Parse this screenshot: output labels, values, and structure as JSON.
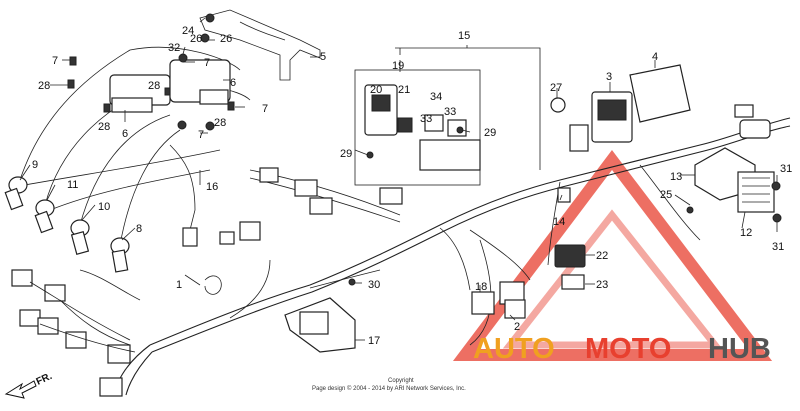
{
  "diagram": {
    "callouts": {
      "c1": "1",
      "c2": "2",
      "c3": "3",
      "c4": "4",
      "c5": "5",
      "c6a": "6",
      "c6b": "6",
      "c7a": "7",
      "c7b": "7",
      "c7c": "7",
      "c7d": "7",
      "c8": "8",
      "c9": "9",
      "c10": "10",
      "c11": "11",
      "c12": "12",
      "c13": "13",
      "c14": "14",
      "c15": "15",
      "c16": "16",
      "c17": "17",
      "c18": "18",
      "c19": "19",
      "c20": "20",
      "c21": "21",
      "c22": "22",
      "c23": "23",
      "c24": "24",
      "c25": "25",
      "c26a": "26",
      "c26b": "26",
      "c27": "27",
      "c28a": "28",
      "c28b": "28",
      "c28c": "28",
      "c28d": "28",
      "c29a": "29",
      "c29b": "29",
      "c30": "30",
      "c31a": "31",
      "c31b": "31",
      "c32": "32",
      "c33a": "33",
      "c33b": "33",
      "c34": "34"
    },
    "direction_label": "FR.",
    "copyright_line1": "Copyright",
    "copyright_line2": "Page design © 2004 - 2014 by ARI Network Services, Inc."
  },
  "watermark": {
    "text_auto": "AUTO",
    "text_moto": "MOTO",
    "text_hub": "HUB",
    "colors": {
      "accent": "#e8402f",
      "orange": "#f0a020",
      "gray": "#555555"
    }
  }
}
